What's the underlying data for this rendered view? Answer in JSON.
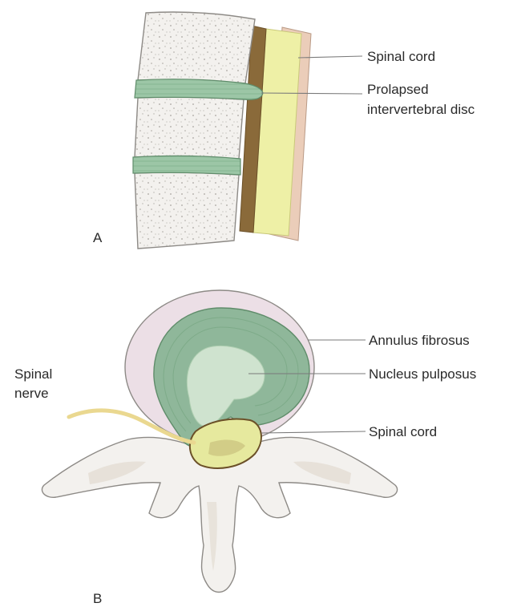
{
  "panels": {
    "a": {
      "label": "A",
      "callouts": {
        "spinal_cord": "Spinal cord",
        "prolapsed_line1": "Prolapsed",
        "prolapsed_line2": "intervertebral disc"
      }
    },
    "b": {
      "label": "B",
      "callouts": {
        "annulus": "Annulus fibrosus",
        "nucleus": "Nucleus pulposus",
        "spinal_cord": "Spinal cord",
        "spinal_nerve_line1": "Spinal",
        "spinal_nerve_line2": "nerve"
      }
    }
  },
  "colors": {
    "bone": "#f3f1ee",
    "bone_outline": "#8d8a86",
    "disc_green": "#9ec7a8",
    "annulus_green": "#8fb79a",
    "nucleus_pale": "#cfe3cf",
    "cord_yellow": "#eef0a6",
    "dura_brown": "#8a6a3a",
    "meninges_pink": "#e9c9b6",
    "nerve_yellow": "#ead890",
    "vertebral_pink": "#ecdfe6"
  }
}
